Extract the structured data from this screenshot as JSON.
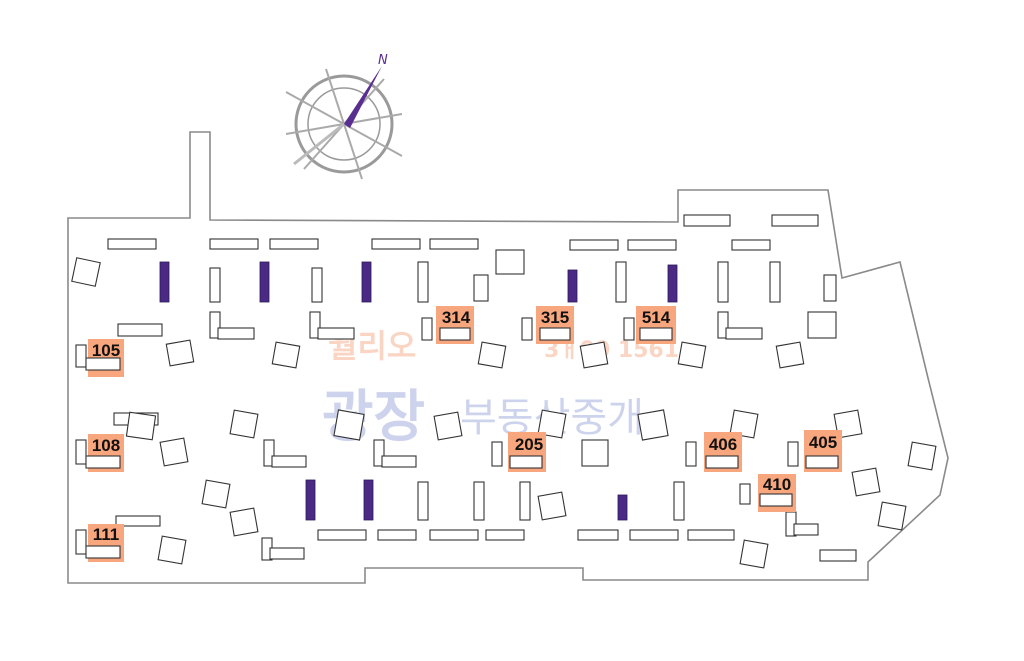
{
  "compass": {
    "north_label": "N",
    "needle_color": "#5a2d91"
  },
  "watermark": {
    "brand_korean": "광장",
    "brand_suffix": "부동산중개",
    "top_left_text": "월리오",
    "top_right_text": "3ㅐ00 1561"
  },
  "colors": {
    "highlight": "#f7a67e",
    "purple_building": "#4b2a86",
    "outline": "#8a8a8a"
  },
  "highlighted_buildings": [
    {
      "id": "105"
    },
    {
      "id": "108"
    },
    {
      "id": "111"
    },
    {
      "id": "314"
    },
    {
      "id": "315"
    },
    {
      "id": "514"
    },
    {
      "id": "205"
    },
    {
      "id": "406"
    },
    {
      "id": "405"
    },
    {
      "id": "410"
    }
  ]
}
